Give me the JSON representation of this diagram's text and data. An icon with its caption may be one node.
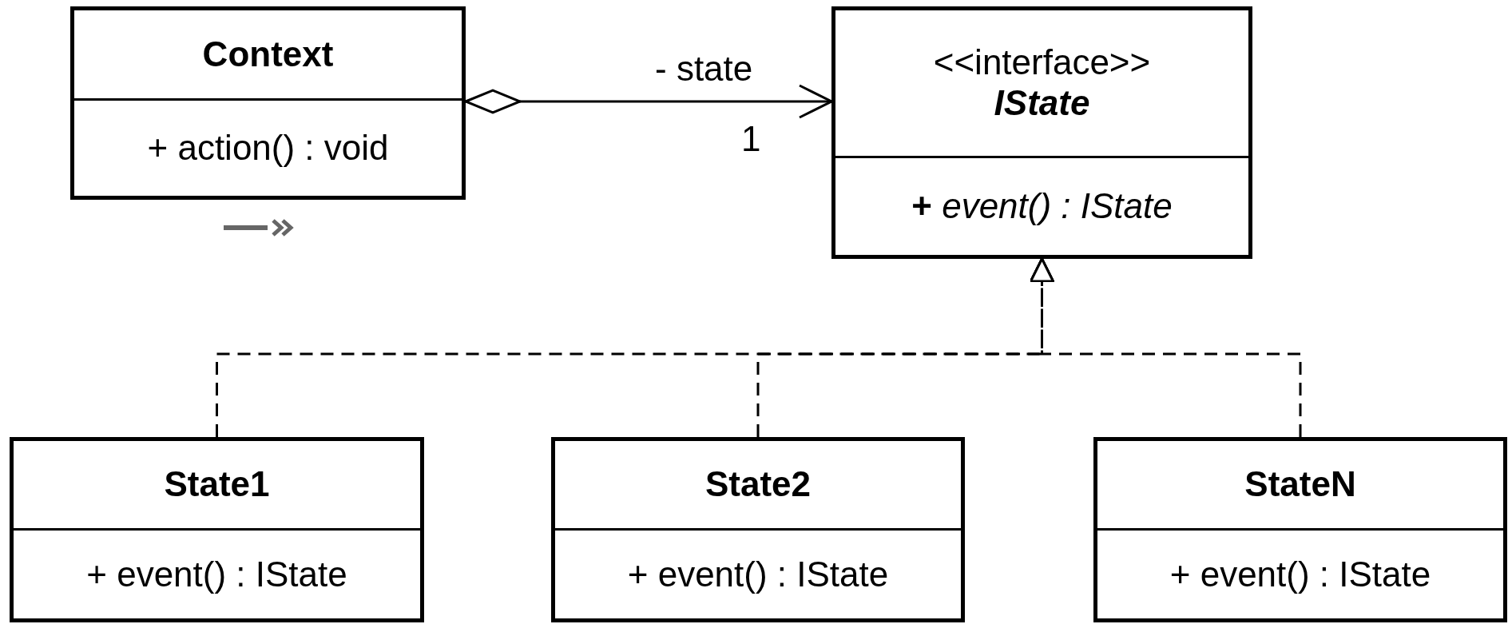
{
  "diagram": {
    "nodes": [
      {
        "text": [
          "Context",
          "+ action() : void"
        ]
      },
      {
        "text": [
          "<<interface>>",
          "IState",
          "**+** *event() : IState*"
        ]
      },
      {
        "text": [
          "State1",
          "+ event() : IState"
        ]
      },
      {
        "text": [
          "State2",
          "+ event() : IState"
        ]
      },
      {
        "text": [
          "StateN",
          "+ event() : IState"
        ]
      }
    ],
    "edges": [
      {
        "from": 0,
        "to": 1,
        "arrow": "to",
        "label": "- state"
      },
      {
        "from": 2,
        "to": 1,
        "arrow": "to",
        "style": "dashed"
      },
      {
        "from": 3,
        "to": 1,
        "arrow": "to",
        "style": "dashed"
      },
      {
        "from": 4,
        "to": 1,
        "arrow": "to",
        "style": "dashed"
      }
    ],
    "labels": [
      "1"
    ]
  }
}
